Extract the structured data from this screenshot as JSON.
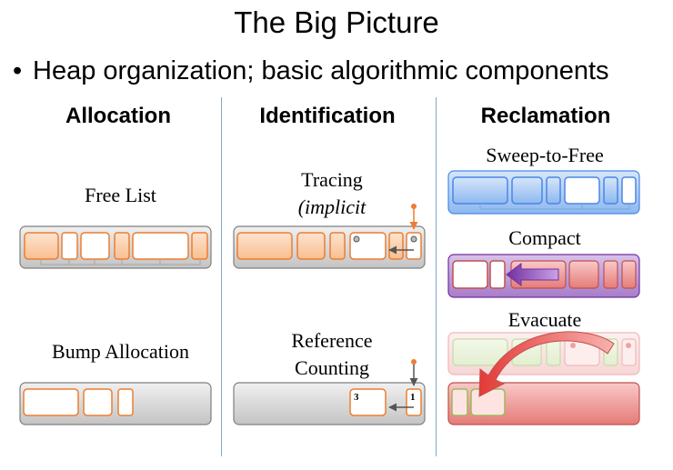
{
  "title": "The Big Picture",
  "bullet": "Heap organization; basic algorithmic components",
  "columns": {
    "allocation": {
      "header": "Allocation",
      "free_list": "Free List",
      "bump": "Bump Allocation"
    },
    "identification": {
      "header": "Identification",
      "tracing_line1": "Tracing",
      "tracing_line2": "(implicit",
      "refcount_line1": "Reference",
      "refcount_line2": "Counting",
      "refcount_a": "3",
      "refcount_b": "1"
    },
    "reclamation": {
      "header": "Reclamation",
      "sweep": "Sweep-to-Free",
      "compact": "Compact",
      "evacuate": "Evacuate"
    }
  },
  "colors": {
    "heap_gray": "#d4d4d4",
    "object_orange": "#ed7d31",
    "object_fill": "#fbd5b5",
    "blue": "#4a86e8",
    "purple": "#7030a0",
    "red": "#c0504d",
    "green": "#9bbb59",
    "divider": "#7fa8c9"
  }
}
